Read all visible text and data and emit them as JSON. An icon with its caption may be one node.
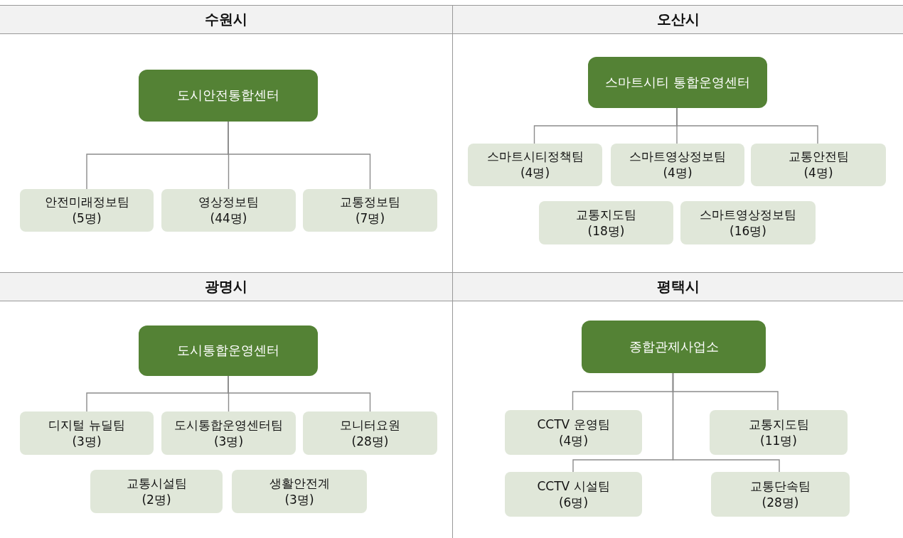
{
  "diagram": {
    "nodes": [
      {
        "text": [
          "수원시"
        ]
      },
      {
        "text": [
          "도시안전통합센터"
        ],
        "in": 0
      },
      {
        "text": [
          "안전미래정보팀",
          "(5명)"
        ],
        "in": 0
      },
      {
        "text": [
          "영상정보팀",
          "(44명)"
        ],
        "in": 0
      },
      {
        "text": [
          "교통정보팀",
          "(7명)"
        ],
        "in": 0
      },
      {
        "text": [
          "오산시"
        ]
      },
      {
        "text": [
          "스마트시티 통합운영센터"
        ],
        "in": 5
      },
      {
        "text": [
          "스마트시티정책팀",
          "(4명)"
        ],
        "in": 5
      },
      {
        "text": [
          "스마트영상정보팀",
          "(4명)"
        ],
        "in": 5
      },
      {
        "text": [
          "교통안전팀",
          "(4명)"
        ],
        "in": 5
      },
      {
        "text": [
          "교통지도팀",
          "(18명)"
        ],
        "in": 5
      },
      {
        "text": [
          "스마트영상정보팀",
          "(16명)"
        ],
        "in": 5
      },
      {
        "text": [
          "광명시"
        ]
      },
      {
        "text": [
          "도시통합운영센터"
        ],
        "in": 12
      },
      {
        "text": [
          "디지털 뉴딜팀",
          "(3명)"
        ],
        "in": 12
      },
      {
        "text": [
          "도시통합운영센터팀",
          "(3명)"
        ],
        "in": 12
      },
      {
        "text": [
          "모니터요원",
          "(28명)"
        ],
        "in": 12
      },
      {
        "text": [
          "교통시설팀",
          "(2명)"
        ],
        "in": 12
      },
      {
        "text": [
          "생활안전계",
          "(3명)"
        ],
        "in": 12
      },
      {
        "text": [
          "평택시"
        ]
      },
      {
        "text": [
          "종합관제사업소"
        ],
        "in": 19
      },
      {
        "text": [
          "CCTV 운영팀",
          "(4명)"
        ],
        "in": 19
      },
      {
        "text": [
          "교통지도팀",
          "(11명)"
        ],
        "in": 19
      },
      {
        "text": [
          "CCTV 시설팀",
          "(6명)"
        ],
        "in": 19
      },
      {
        "text": [
          "교통단속팀",
          "(28명)"
        ],
        "in": 19
      }
    ],
    "edges": [
      {
        "from": 1,
        "to": 2,
        "arrow": "none"
      },
      {
        "from": 1,
        "to": 3,
        "arrow": "none"
      },
      {
        "from": 1,
        "to": 4,
        "arrow": "none"
      },
      {
        "from": 6,
        "to": 7,
        "arrow": "none"
      },
      {
        "from": 6,
        "to": 8,
        "arrow": "none"
      },
      {
        "from": 6,
        "to": 9,
        "arrow": "none"
      },
      {
        "from": 13,
        "to": 14,
        "arrow": "none"
      },
      {
        "from": 13,
        "to": 15,
        "arrow": "none"
      },
      {
        "from": 13,
        "to": 16,
        "arrow": "none"
      },
      {
        "from": 20,
        "to": 21,
        "arrow": "none"
      },
      {
        "from": 20,
        "to": 22,
        "arrow": "none"
      },
      {
        "from": 20,
        "to": 23,
        "arrow": "none"
      },
      {
        "from": 20,
        "to": 24,
        "arrow": "none"
      }
    ]
  }
}
